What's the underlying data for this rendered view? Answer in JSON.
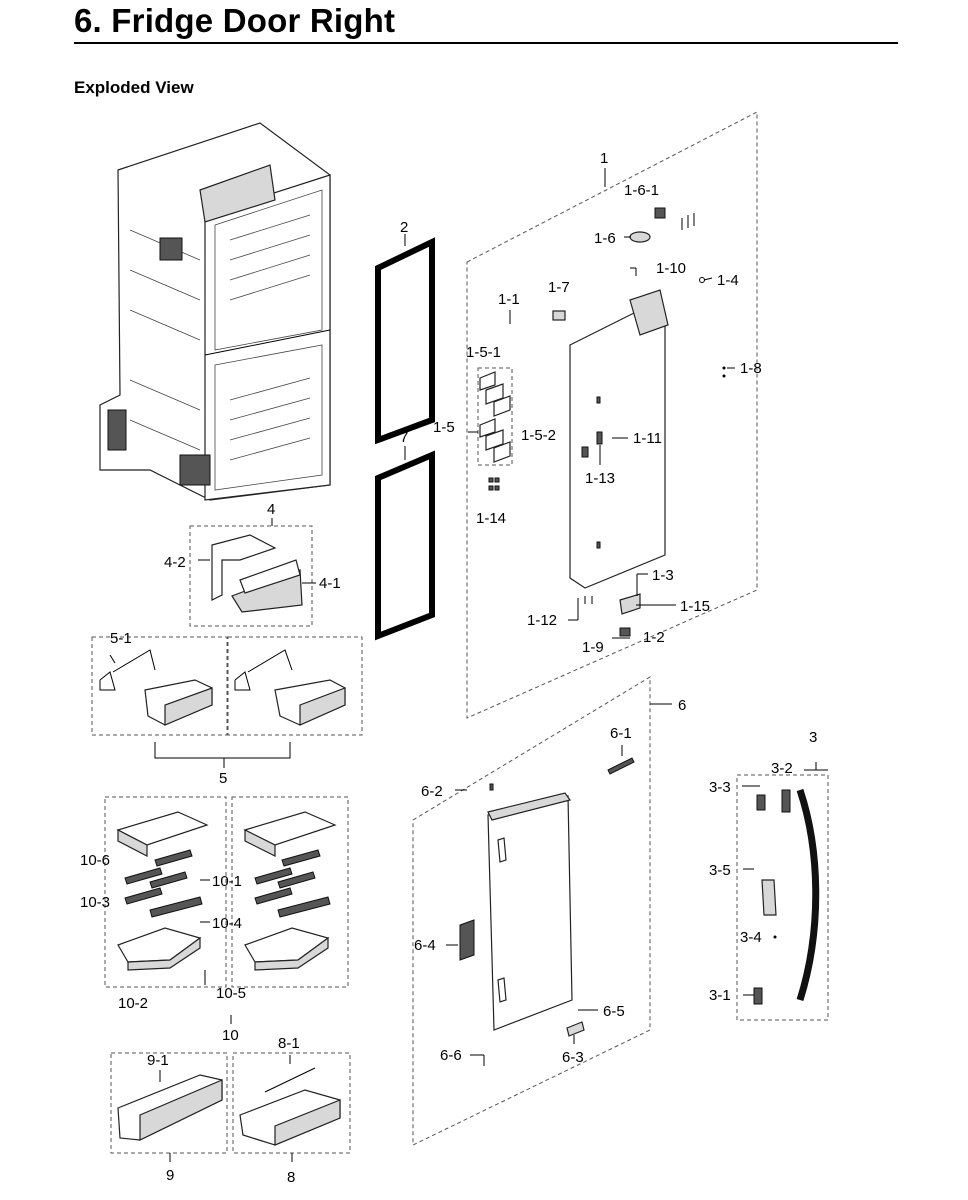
{
  "header": {
    "title": "6. Fridge Door Right",
    "subtitle": "Exploded View"
  },
  "labels": {
    "p1": "1",
    "p1_6_1": "1-6-1",
    "p1_6": "1-6",
    "p1_10": "1-10",
    "p1_4": "1-4",
    "p1_1": "1-1",
    "p1_7": "1-7",
    "p1_5_1": "1-5-1",
    "p1_8": "1-8",
    "p1_5": "1-5",
    "p1_5_2": "1-5-2",
    "p1_11": "1-11",
    "p1_13": "1-13",
    "p1_14": "1-14",
    "p1_3": "1-3",
    "p1_15": "1-15",
    "p1_12": "1-12",
    "p1_2": "1-2",
    "p1_9": "1-9",
    "p2": "2",
    "p7": "7",
    "p4": "4",
    "p4_2": "4-2",
    "p4_1": "4-1",
    "p5_1": "5-1",
    "p5": "5",
    "p6": "6",
    "p6_1": "6-1",
    "p6_2": "6-2",
    "p6_4": "6-4",
    "p6_5": "6-5",
    "p6_6": "6-6",
    "p6_3": "6-3",
    "p3": "3",
    "p3_2": "3-2",
    "p3_3": "3-3",
    "p3_5": "3-5",
    "p3_4": "3-4",
    "p3_1": "3-1",
    "p10_6": "10-6",
    "p10_1": "10-1",
    "p10_3": "10-3",
    "p10_4": "10-4",
    "p10_5": "10-5",
    "p10_2": "10-2",
    "p10": "10",
    "p9_1": "9-1",
    "p8_1": "8-1",
    "p9": "9",
    "p8": "8"
  }
}
